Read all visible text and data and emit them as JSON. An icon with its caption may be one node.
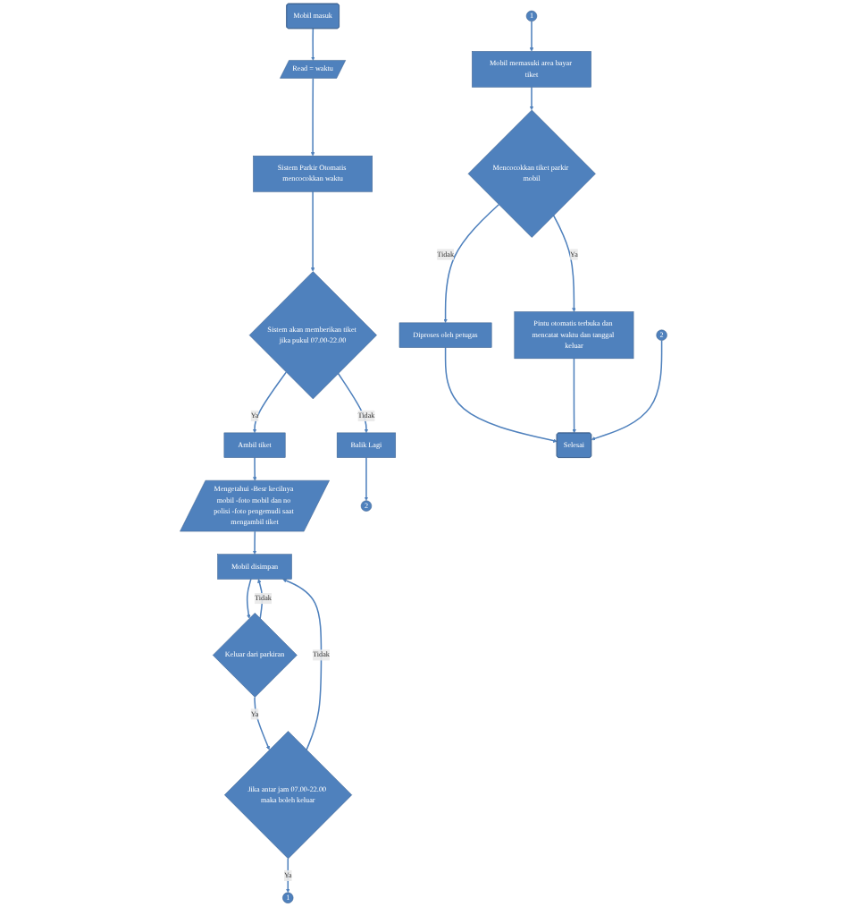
{
  "diagram": {
    "nodes": [
      {
        "text": [
          "Mobil masuk"
        ]
      },
      {
        "text": [
          "Read = waktu"
        ]
      },
      {
        "text": [
          "Sistem Parkir Otomatis mencocokkan waktu"
        ]
      },
      {
        "text": [
          "Sistem akan memberikan tiket jika pukul 07.00-22.00"
        ]
      },
      {
        "text": [
          "Balik Lagi"
        ]
      },
      {
        "text": [
          "Ambil tiket"
        ]
      },
      {
        "text": [
          "Mengetahui -Besr kecilnya mobil -foto mobil dan no polisi -foto pengemudi saat mengambil tiket"
        ]
      },
      {
        "text": [
          "Mobil disimpan"
        ]
      },
      {
        "text": [
          "Keluar dari parkiran"
        ]
      },
      {
        "text": [
          "Jika antar jam 07.00-22.00 maka boleh keluar"
        ]
      },
      {
        "text": [
          "1"
        ]
      },
      {
        "text": [
          "2"
        ]
      },
      {
        "text": [
          "1"
        ]
      },
      {
        "text": [
          "2"
        ]
      },
      {
        "text": [
          "Mobil memasuki area bayar tiket"
        ]
      },
      {
        "text": [
          "Mencocokkan tiket parkir mobil"
        ]
      },
      {
        "text": [
          "Diproses oleh petugas"
        ]
      },
      {
        "text": [
          "Pintu otomatis terbuka dan mencatat waktu dan tanggal keluar"
        ]
      },
      {
        "text": [
          "Selesai"
        ]
      }
    ],
    "edges": [
      {
        "from": 0,
        "to": 1,
        "arrow": "to"
      },
      {
        "from": 1,
        "to": 2,
        "arrow": "to"
      },
      {
        "from": 2,
        "to": 3,
        "arrow": "to"
      },
      {
        "from": 3,
        "to": 4,
        "arrow": "to",
        "label": "Tidak"
      },
      {
        "from": 3,
        "to": 5,
        "arrow": "to",
        "label": "Ya"
      },
      {
        "from": 5,
        "to": 6,
        "arrow": "to"
      },
      {
        "from": 6,
        "to": 7,
        "arrow": "to"
      },
      {
        "from": 7,
        "to": 8,
        "arrow": "to"
      },
      {
        "from": 8,
        "to": 7,
        "arrow": "to",
        "label": "Tidak"
      },
      {
        "from": 8,
        "to": 9,
        "arrow": "to",
        "label": "Ya"
      },
      {
        "from": 9,
        "to": 7,
        "arrow": "to",
        "label": "Tidak"
      },
      {
        "from": 9,
        "to": 10,
        "arrow": "to",
        "label": "Ya"
      },
      {
        "from": 4,
        "to": 11,
        "arrow": "to"
      },
      {
        "from": 12,
        "to": 14,
        "arrow": "to"
      },
      {
        "from": 14,
        "to": 15,
        "arrow": "to"
      },
      {
        "from": 15,
        "to": 16,
        "arrow": "to",
        "label": "Tidak"
      },
      {
        "from": 15,
        "to": 17,
        "arrow": "to",
        "label": "Ya"
      },
      {
        "from": 16,
        "to": 18,
        "arrow": "to"
      },
      {
        "from": 17,
        "to": 18,
        "arrow": "to"
      },
      {
        "from": 13,
        "to": 18,
        "arrow": "to"
      }
    ]
  }
}
